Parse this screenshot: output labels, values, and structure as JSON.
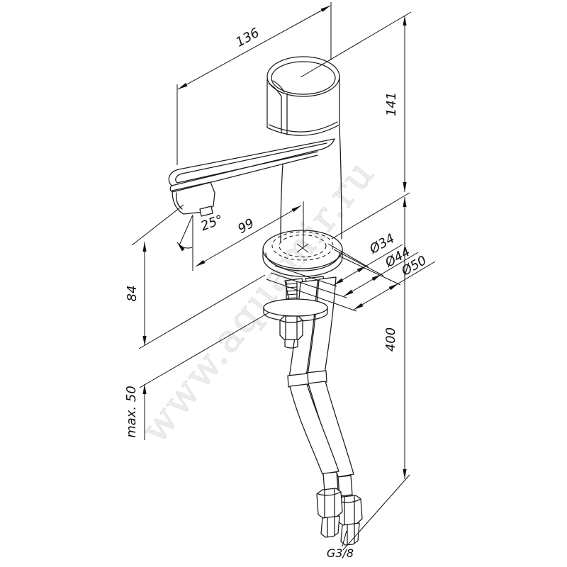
{
  "watermark": {
    "text": "www.aquamir.ru",
    "color": "#ececec"
  },
  "diagram": {
    "subject": "single-lever basin faucet, isometric technical drawing with flexible supply hoses",
    "background": "#ffffff",
    "line_color": "#1a1a1a",
    "annotations": {
      "length_136": "136",
      "height_141": "141",
      "angle_25": "25°",
      "reach_99": "99",
      "height_84": "84",
      "dia_34": "Ø34",
      "dia_44": "Ø44",
      "dia_50": "Ø50",
      "hose_400": "400",
      "deck_max_50": "max. 50",
      "thread_g38": "G3/8"
    }
  }
}
